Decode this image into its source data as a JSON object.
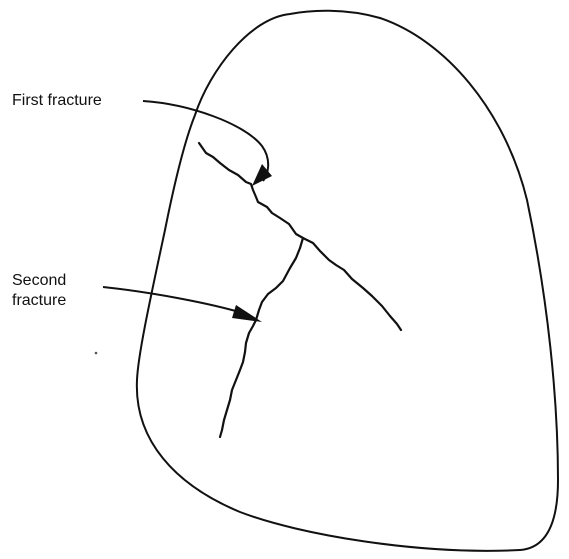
{
  "labels": {
    "first_fracture": "First fracture",
    "second_fracture_line1": "Second",
    "second_fracture_line2": "fracture"
  },
  "colors": {
    "line": "#111111",
    "background": "#ffffff"
  }
}
